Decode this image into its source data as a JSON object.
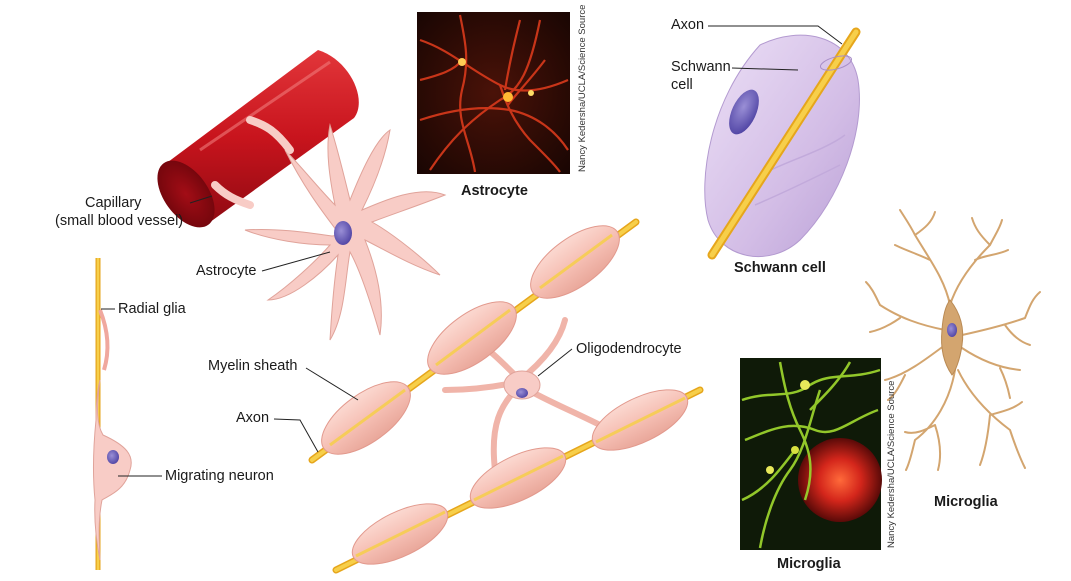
{
  "labels": {
    "capillary": "Capillary",
    "capillary_sub": "(small blood vessel)",
    "astrocyte": "Astrocyte",
    "radial_glia": "Radial glia",
    "migrating_neuron": "Migrating neuron",
    "myelin_sheath": "Myelin sheath",
    "axon_left": "Axon",
    "oligodendrocyte": "Oligodendrocyte",
    "axon_top": "Axon",
    "schwann_line1": "Schwann",
    "schwann_line2": "cell"
  },
  "captions": {
    "astrocyte_photo": "Astrocyte",
    "schwann_cell": "Schwann cell",
    "microglia_drawing": "Microglia",
    "microglia_photo": "Microglia"
  },
  "credits": {
    "astrocyte_photo": "Nancy Kedersha/UCLA/Science Source",
    "microglia_photo": "Nancy Kedersha/UCLA/Science Source"
  },
  "colors": {
    "myelin": "#f7c2b8",
    "axon": "#f2c230",
    "capillary": "#c8141d",
    "schwann": "#d9c4ea",
    "microglia": "#d3a56f",
    "astrocyte": "#f8ccc6"
  }
}
